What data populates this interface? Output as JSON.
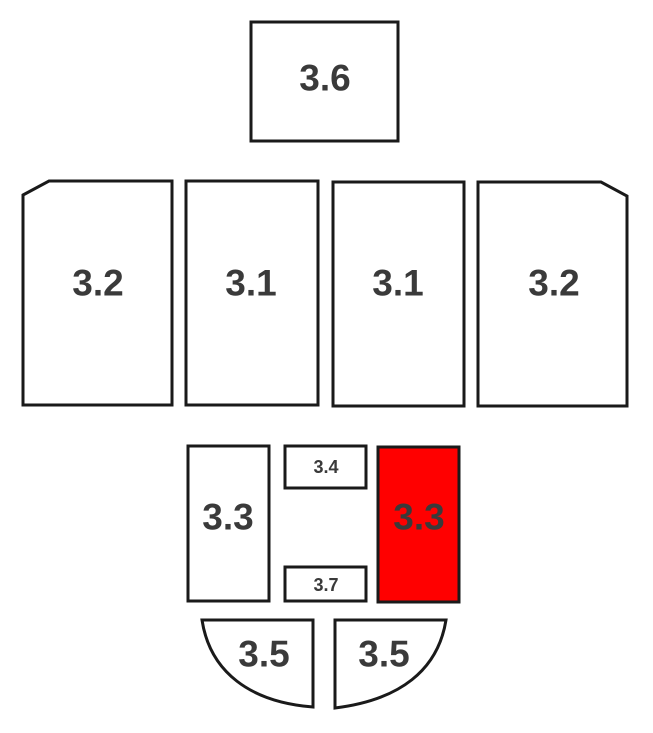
{
  "parts": {
    "top": "3.6",
    "row1": [
      "3.2",
      "3.1",
      "3.1",
      "3.2"
    ],
    "left_side": "3.3",
    "center_top": "3.4",
    "center_bottom": "3.7",
    "right_side": "3.3",
    "bottom_left": "3.5",
    "bottom_right": "3.5"
  },
  "highlight_color": "#ff0000",
  "highlighted_part": "3.3"
}
